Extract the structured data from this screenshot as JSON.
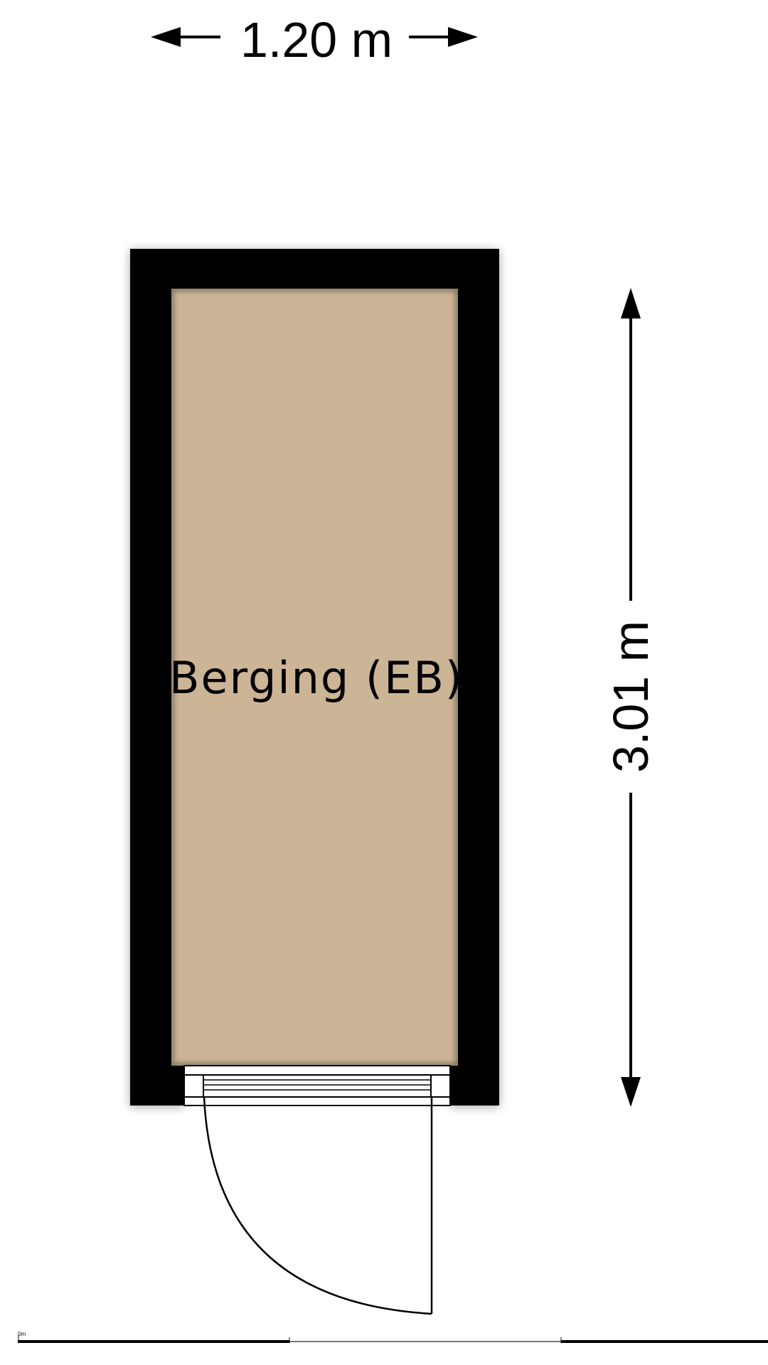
{
  "plan": {
    "room_name": "Berging (EB)",
    "width_label": "1.20 m",
    "height_label": "3.01 m",
    "scale_start_label": "0m"
  },
  "colors": {
    "floor": "#CCB596",
    "wall": "#000000",
    "background": "#FFFFFF",
    "line": "#000000"
  }
}
